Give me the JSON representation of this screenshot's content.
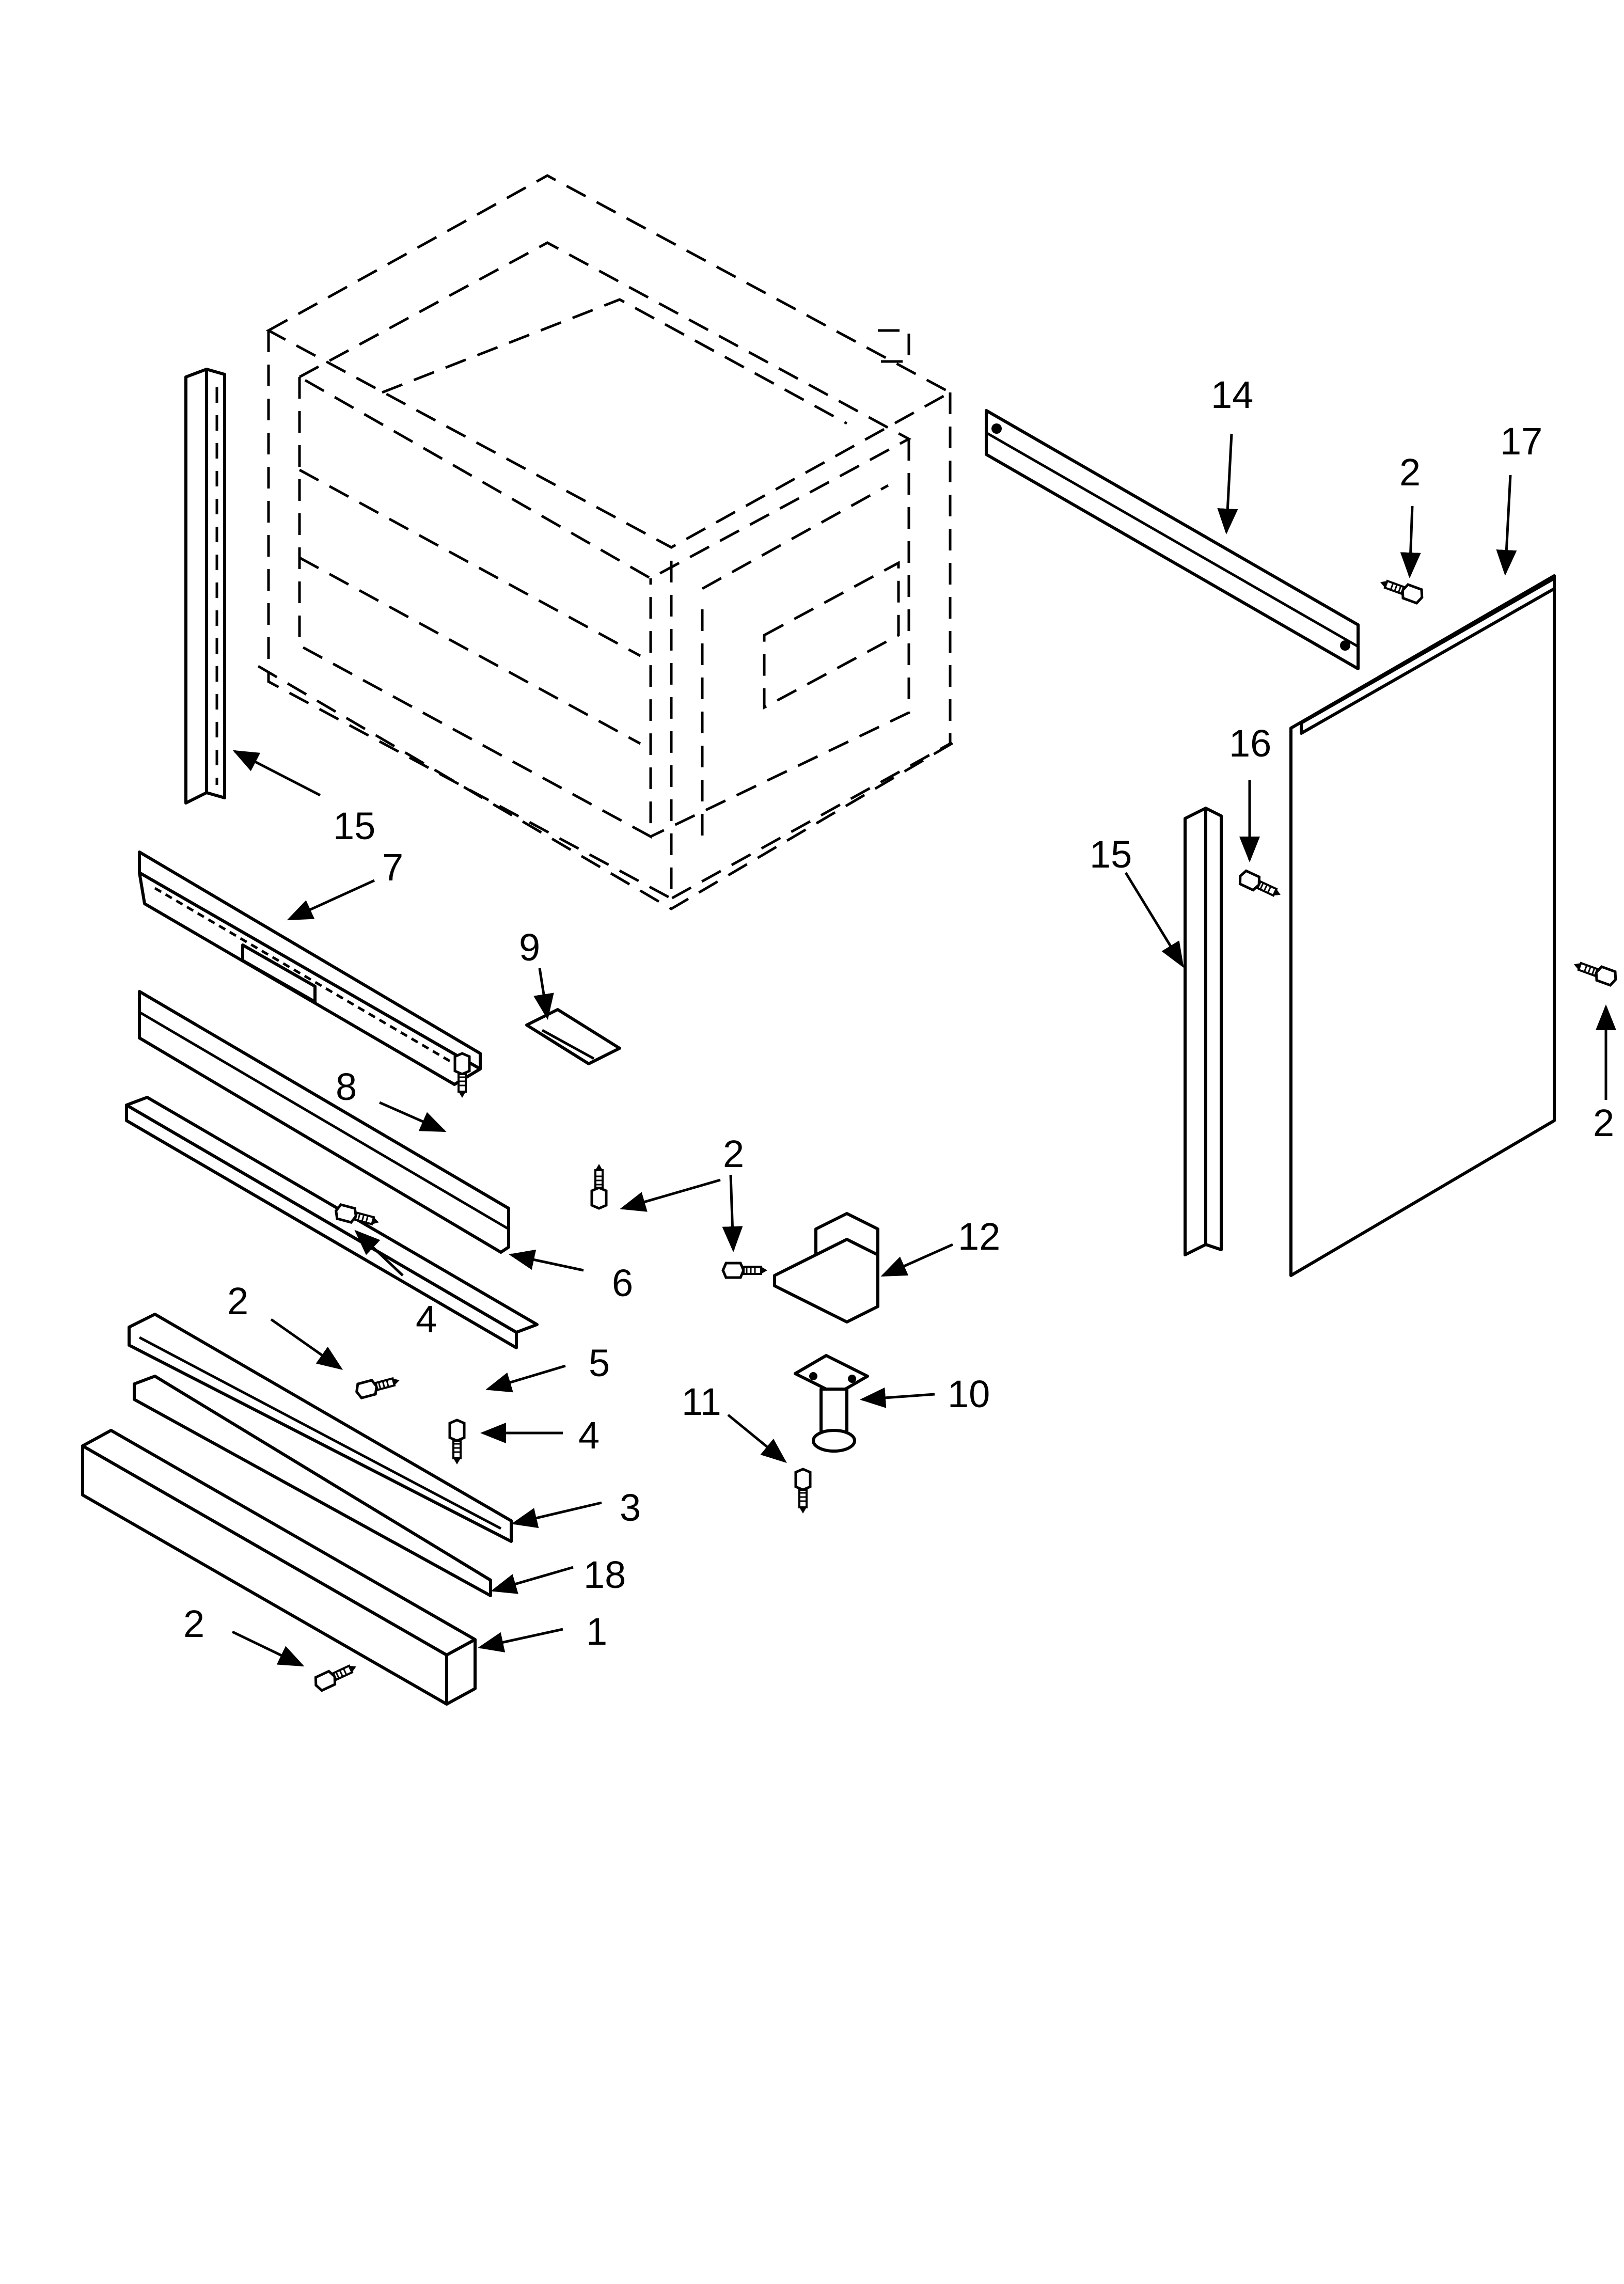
{
  "callouts": [
    {
      "id": "c-14",
      "text": "14"
    },
    {
      "id": "c-17",
      "text": "17"
    },
    {
      "id": "c-2-top",
      "text": "2"
    },
    {
      "id": "c-16",
      "text": "16"
    },
    {
      "id": "c-15-right",
      "text": "15"
    },
    {
      "id": "c-2-right",
      "text": "2"
    },
    {
      "id": "c-15-left",
      "text": "15"
    },
    {
      "id": "c-7",
      "text": "7"
    },
    {
      "id": "c-9",
      "text": "9"
    },
    {
      "id": "c-8",
      "text": "8"
    },
    {
      "id": "c-2-mid",
      "text": "2"
    },
    {
      "id": "c-12",
      "text": "12"
    },
    {
      "id": "c-6",
      "text": "6"
    },
    {
      "id": "c-2-left",
      "text": "2"
    },
    {
      "id": "c-4-top",
      "text": "4"
    },
    {
      "id": "c-5",
      "text": "5"
    },
    {
      "id": "c-4-bottom",
      "text": "4"
    },
    {
      "id": "c-3",
      "text": "3"
    },
    {
      "id": "c-18",
      "text": "18"
    },
    {
      "id": "c-1",
      "text": "1"
    },
    {
      "id": "c-2-bottom",
      "text": "2"
    },
    {
      "id": "c-11",
      "text": "11"
    },
    {
      "id": "c-10",
      "text": "10"
    }
  ]
}
